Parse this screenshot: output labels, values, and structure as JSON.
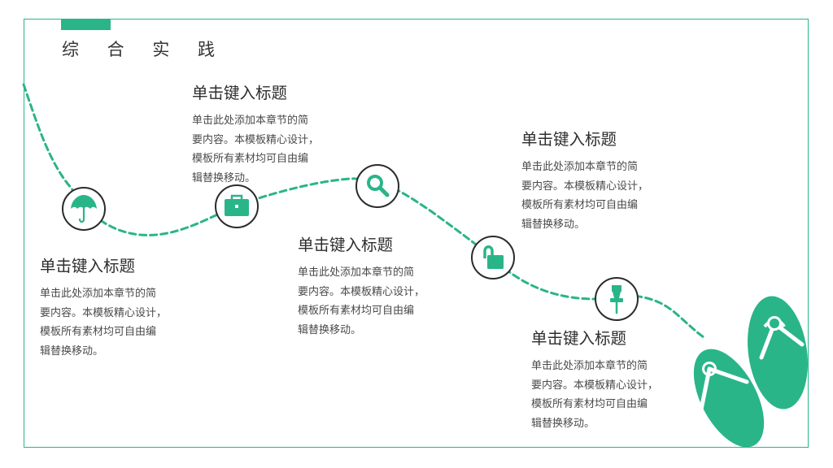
{
  "page": {
    "title": "综 合 实 践",
    "accent_color": "#2ab589"
  },
  "items": [
    {
      "heading": "单击键入标题",
      "body": "单击此处添加本章节的简\n要内容。本模板精心设计，\n模板所有素材均可自由编\n辑替换移动。",
      "icon": "umbrella-icon"
    },
    {
      "heading": "单击键入标题",
      "body": "单击此处添加本章节的简\n要内容。本模板精心设计，\n模板所有素材均可自由编\n辑替换移动。",
      "icon": "briefcase-icon"
    },
    {
      "heading": "单击键入标题",
      "body": "单击此处添加本章节的简\n要内容。本模板精心设计，\n模板所有素材均可自由编\n辑替换移动。",
      "icon": "magnifier-icon"
    },
    {
      "heading": "单击键入标题",
      "body": "单击此处添加本章节的简\n要内容。本模板精心设计，\n模板所有素材均可自由编\n辑替换移动。",
      "icon": "unlocked-padlock-icon"
    },
    {
      "heading": "单击键入标题",
      "body": "单击此处添加本章节的简\n要内容。本模板精心设计，\n模板所有素材均可自由编\n辑替换移动。",
      "icon": "pushpin-icon"
    }
  ],
  "decoration": {
    "icon": "flip-flops-icon"
  }
}
